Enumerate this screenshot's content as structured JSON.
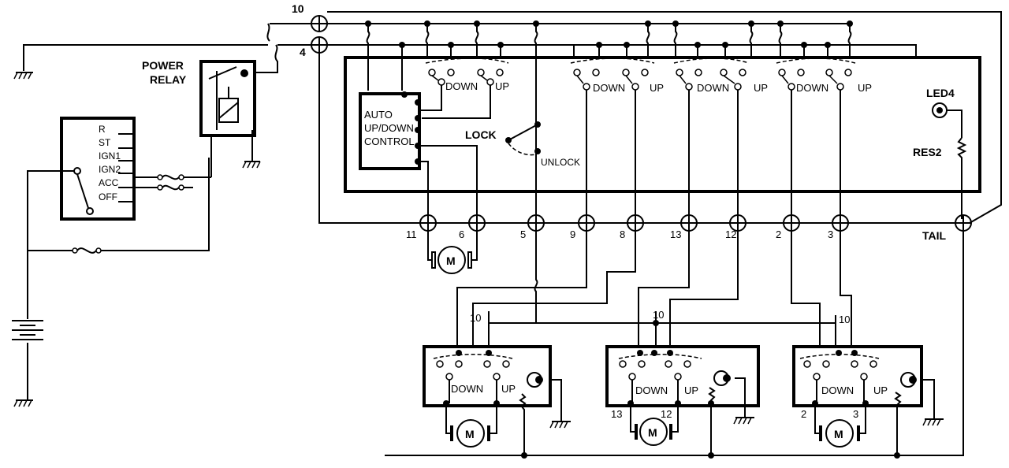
{
  "power_relay": {
    "line1": "POWER",
    "line2": "RELAY"
  },
  "ignition": {
    "positions": [
      "R",
      "ST",
      "IGN1",
      "IGN2",
      "ACC",
      "OFF"
    ]
  },
  "master_switch": {
    "auto_line1": "AUTO",
    "auto_line2": "UP/DOWN",
    "auto_line3": "CONTROL",
    "lock": "LOCK",
    "unlock": "UNLOCK",
    "down": "DOWN",
    "up": "UP",
    "led": "LED4",
    "res": "RES2"
  },
  "connector": {
    "top_10": "10",
    "top_4": "4",
    "bottom_pins": [
      "11",
      "6",
      "5",
      "9",
      "8",
      "13",
      "12",
      "2",
      "3"
    ],
    "tail": "TAIL"
  },
  "sub_switches": [
    {
      "pin": "10",
      "down": "DOWN",
      "up": "UP",
      "left_pin": "",
      "right_pin": ""
    },
    {
      "pin": "10",
      "down": "DOWN",
      "up": "UP",
      "left_pin": "13",
      "right_pin": "12"
    },
    {
      "pin": "10",
      "down": "DOWN",
      "up": "UP",
      "left_pin": "2",
      "right_pin": "3"
    }
  ],
  "motor_label": "M"
}
